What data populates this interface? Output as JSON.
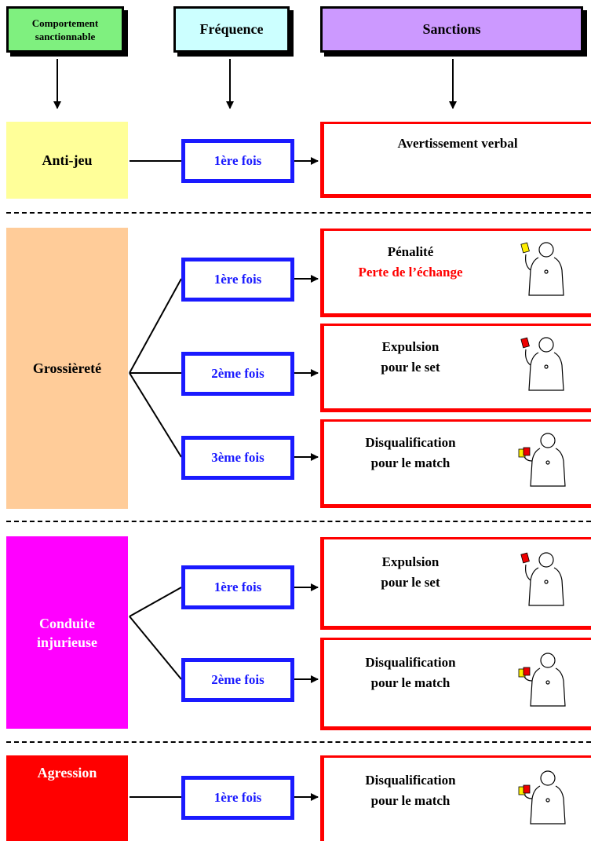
{
  "headers": {
    "behavior": "Comportement sanctionnable",
    "frequency": "Fréquence",
    "sanctions": "Sanctions"
  },
  "rows": [
    {
      "category": "Anti-jeu",
      "category_color": "#ffff99",
      "steps": [
        {
          "frequency": "1ère fois",
          "sanction_line1": "Avertissement verbal",
          "sanction_line2": "",
          "card": "none"
        }
      ]
    },
    {
      "category": "Grossièreté",
      "category_color": "#ffcc99",
      "steps": [
        {
          "frequency": "1ère fois",
          "sanction_line1": "Pénalité",
          "sanction_line2": "Perte de l’échange",
          "card": "yellow"
        },
        {
          "frequency": "2ème fois",
          "sanction_line1": "Expulsion",
          "sanction_line2": "pour le set",
          "card": "red"
        },
        {
          "frequency": "3ème fois",
          "sanction_line1": "Disqualification",
          "sanction_line2": "pour le match",
          "card": "yellow-red"
        }
      ]
    },
    {
      "category": "Conduite injurieuse",
      "category_color": "#ff00ff",
      "steps": [
        {
          "frequency": "1ère fois",
          "sanction_line1": "Expulsion",
          "sanction_line2": "pour le set",
          "card": "red"
        },
        {
          "frequency": "2ème fois",
          "sanction_line1": "Disqualification",
          "sanction_line2": "pour le match",
          "card": "yellow-red"
        }
      ]
    },
    {
      "category": "Agression",
      "category_color": "#ff0000",
      "steps": [
        {
          "frequency": "1ère fois",
          "sanction_line1": "Disqualification",
          "sanction_line2": "pour le match",
          "card": "yellow-red"
        }
      ]
    }
  ],
  "colors": {
    "frequency_border": "#1a1aff",
    "sanction_border": "#ff0000",
    "penalty_text": "#ff0000"
  }
}
